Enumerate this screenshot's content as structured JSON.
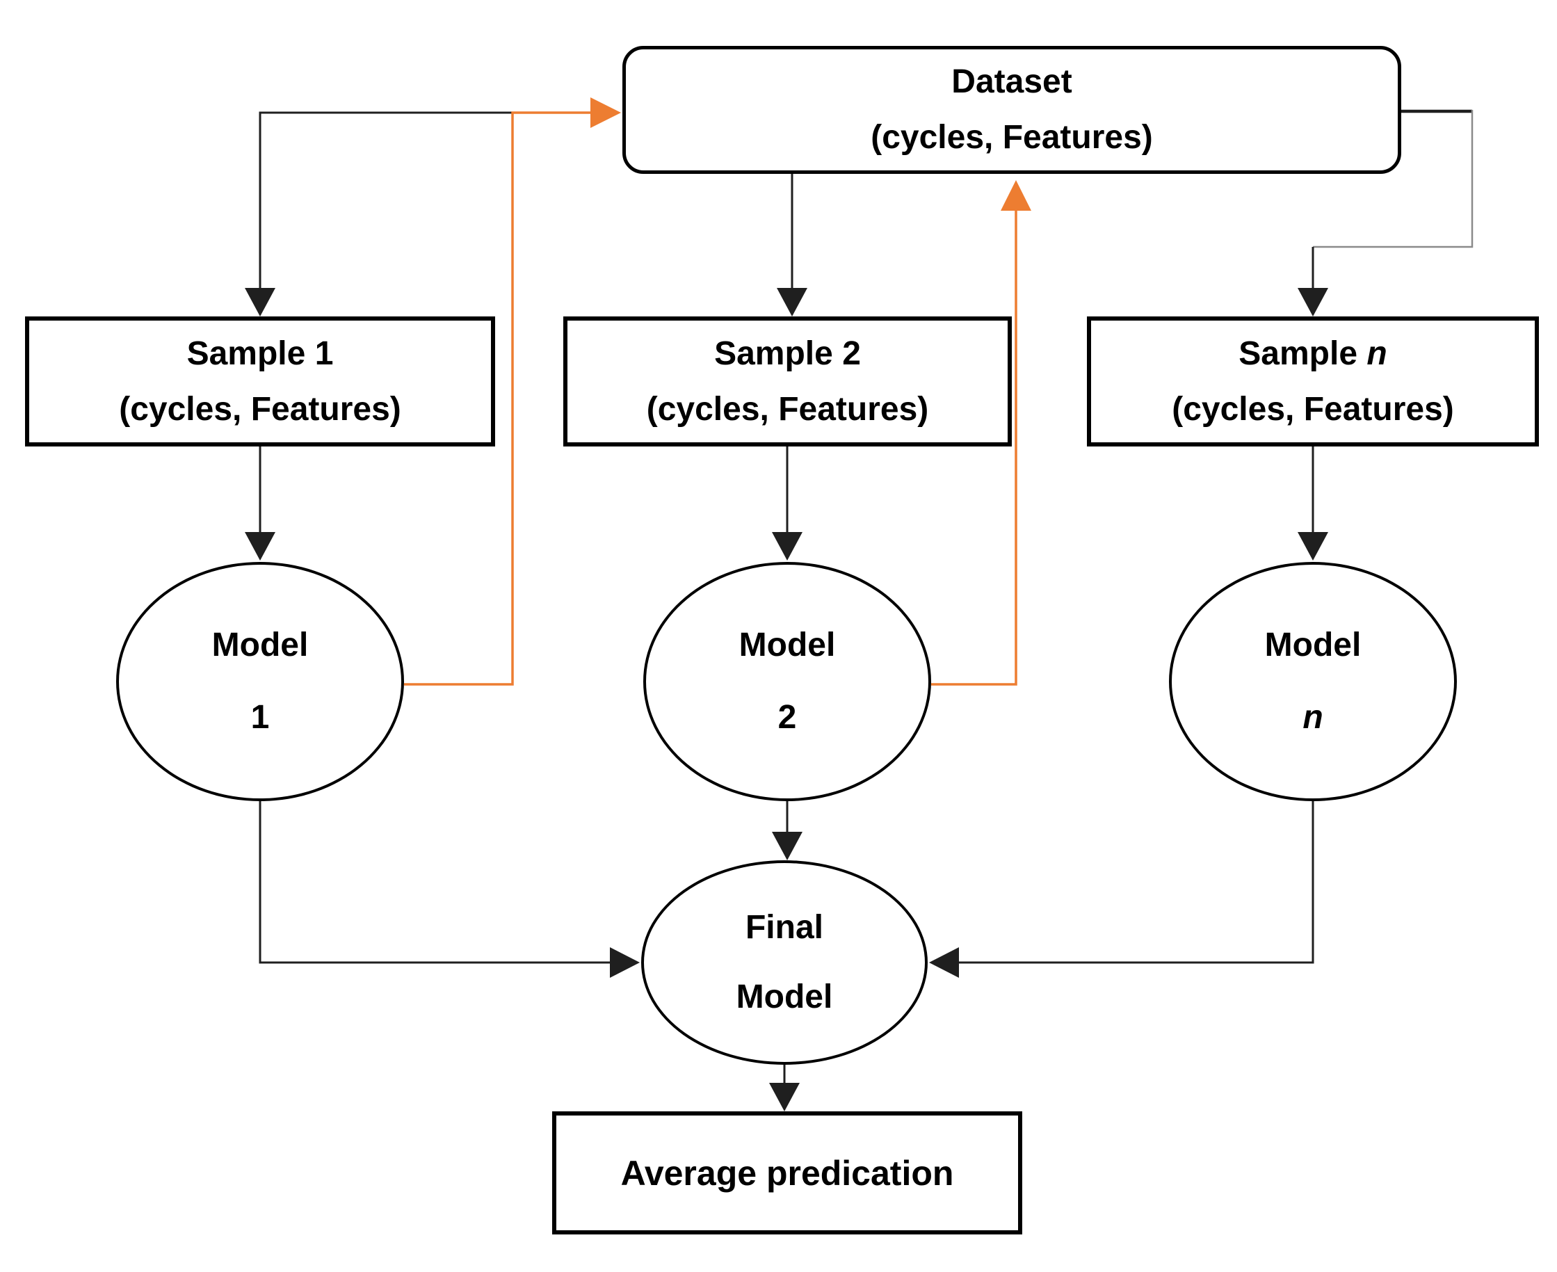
{
  "diagram": {
    "title_hint": "Ensemble sampling flowchart",
    "dataset": {
      "line1": "Dataset",
      "line2": "(cycles, Features)"
    },
    "samples": [
      {
        "title_prefix": "Sample",
        "title_suffix": "1",
        "subtitle": "(cycles, Features)"
      },
      {
        "title_prefix": "Sample",
        "title_suffix": "2",
        "subtitle": "(cycles, Features)"
      },
      {
        "title_prefix": "Sample",
        "title_suffix": "n",
        "subtitle": "(cycles, Features)"
      }
    ],
    "models": [
      {
        "line1": "Model",
        "line2": "1"
      },
      {
        "line1": "Model",
        "line2": "2"
      },
      {
        "line1": "Model",
        "line2": "n"
      }
    ],
    "final_model": {
      "line1": "Final",
      "line2": "Model"
    },
    "output": {
      "label": "Average predication"
    },
    "edges": [
      {
        "from": "dataset",
        "to": "sample-1",
        "color": "black"
      },
      {
        "from": "dataset",
        "to": "sample-2",
        "color": "black"
      },
      {
        "from": "dataset",
        "to": "sample-n",
        "color": "black-gray"
      },
      {
        "from": "sample-1",
        "to": "model-1",
        "color": "black"
      },
      {
        "from": "sample-2",
        "to": "model-2",
        "color": "black"
      },
      {
        "from": "sample-n",
        "to": "model-n",
        "color": "black"
      },
      {
        "from": "model-1",
        "to": "dataset",
        "color": "orange"
      },
      {
        "from": "model-2",
        "to": "dataset",
        "color": "orange"
      },
      {
        "from": "model-1",
        "to": "final-model",
        "color": "black"
      },
      {
        "from": "model-2",
        "to": "final-model",
        "color": "black"
      },
      {
        "from": "model-n",
        "to": "final-model",
        "color": "black"
      },
      {
        "from": "final-model",
        "to": "average-predication",
        "color": "black"
      }
    ],
    "colors": {
      "accent_orange": "#ED7D31",
      "line_black": "#1f1f1f",
      "line_gray": "#8a8a8a",
      "node_border": "#000000",
      "text": "#000000",
      "background": "#ffffff"
    }
  }
}
